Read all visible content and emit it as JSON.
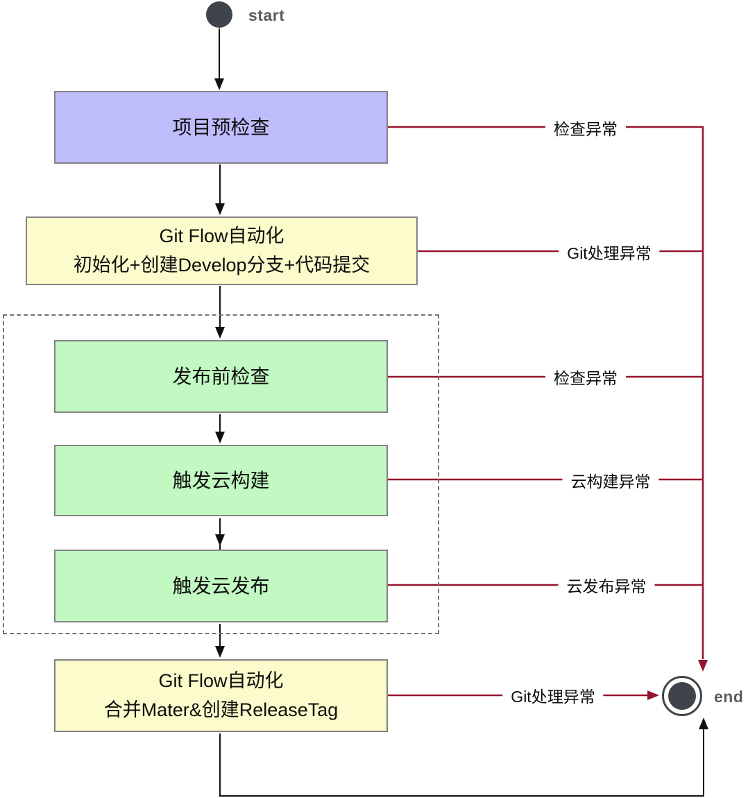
{
  "flow": {
    "start_label": "start",
    "end_label": "end",
    "nodes": [
      {
        "id": "project-precheck",
        "line1": "项目预检查"
      },
      {
        "id": "gitflow-init",
        "line1": "Git Flow自动化",
        "line2": "初始化+创建Develop分支+代码提交"
      },
      {
        "id": "pre-release-check",
        "line1": "发布前检查"
      },
      {
        "id": "trigger-cloud-build",
        "line1": "触发云构建"
      },
      {
        "id": "trigger-cloud-release",
        "line1": "触发云发布"
      },
      {
        "id": "gitflow-merge",
        "line1": "Git Flow自动化",
        "line2": "合并Mater&创建ReleaseTag"
      }
    ],
    "edge_labels": [
      {
        "label": "检查异常"
      },
      {
        "label": "Git处理异常"
      },
      {
        "label": "检查异常"
      },
      {
        "label": "云构建异常"
      },
      {
        "label": "云发布异常"
      },
      {
        "label": "Git处理异常"
      }
    ]
  },
  "colors": {
    "purple_fill": "#bfbdfb",
    "yellow_fill": "#fbfbcb",
    "green_fill": "#c2f8c2",
    "box_border": "#848484",
    "dashed_border": "#737373",
    "edge_red": "#96152f",
    "node_dark": "#3e4449",
    "terminal_label": "#575d61",
    "line_black": "#111111",
    "text_black": "#0d0d0d"
  }
}
